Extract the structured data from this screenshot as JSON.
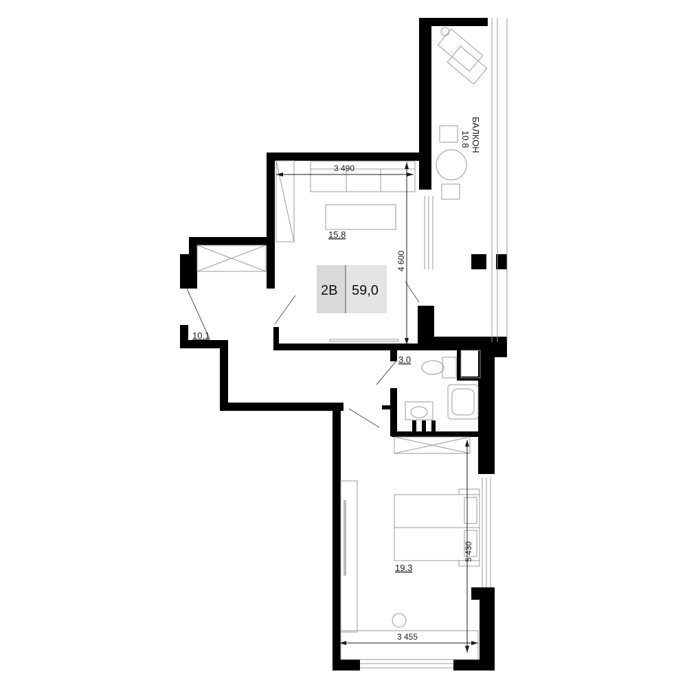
{
  "plan": {
    "apartment": {
      "type": "2B",
      "total_area": "59,0"
    },
    "rooms": [
      {
        "id": "living",
        "area": "15.8"
      },
      {
        "id": "hall",
        "area": "10.1"
      },
      {
        "id": "bathroom",
        "area": "3.0"
      },
      {
        "id": "bedroom",
        "area": "19.3"
      },
      {
        "id": "balcony",
        "name": "БАЛКОН",
        "area": "10.8"
      }
    ],
    "dimensions": {
      "living_width": "3 490",
      "living_depth": "4 600",
      "bedroom_depth": "5 430",
      "bedroom_width": "3 455"
    }
  },
  "colors": {
    "wall": "#000000",
    "furniture_line": "#9a9a9a",
    "badge_left": "#d9d9db",
    "badge_right": "#e4e4e6"
  }
}
